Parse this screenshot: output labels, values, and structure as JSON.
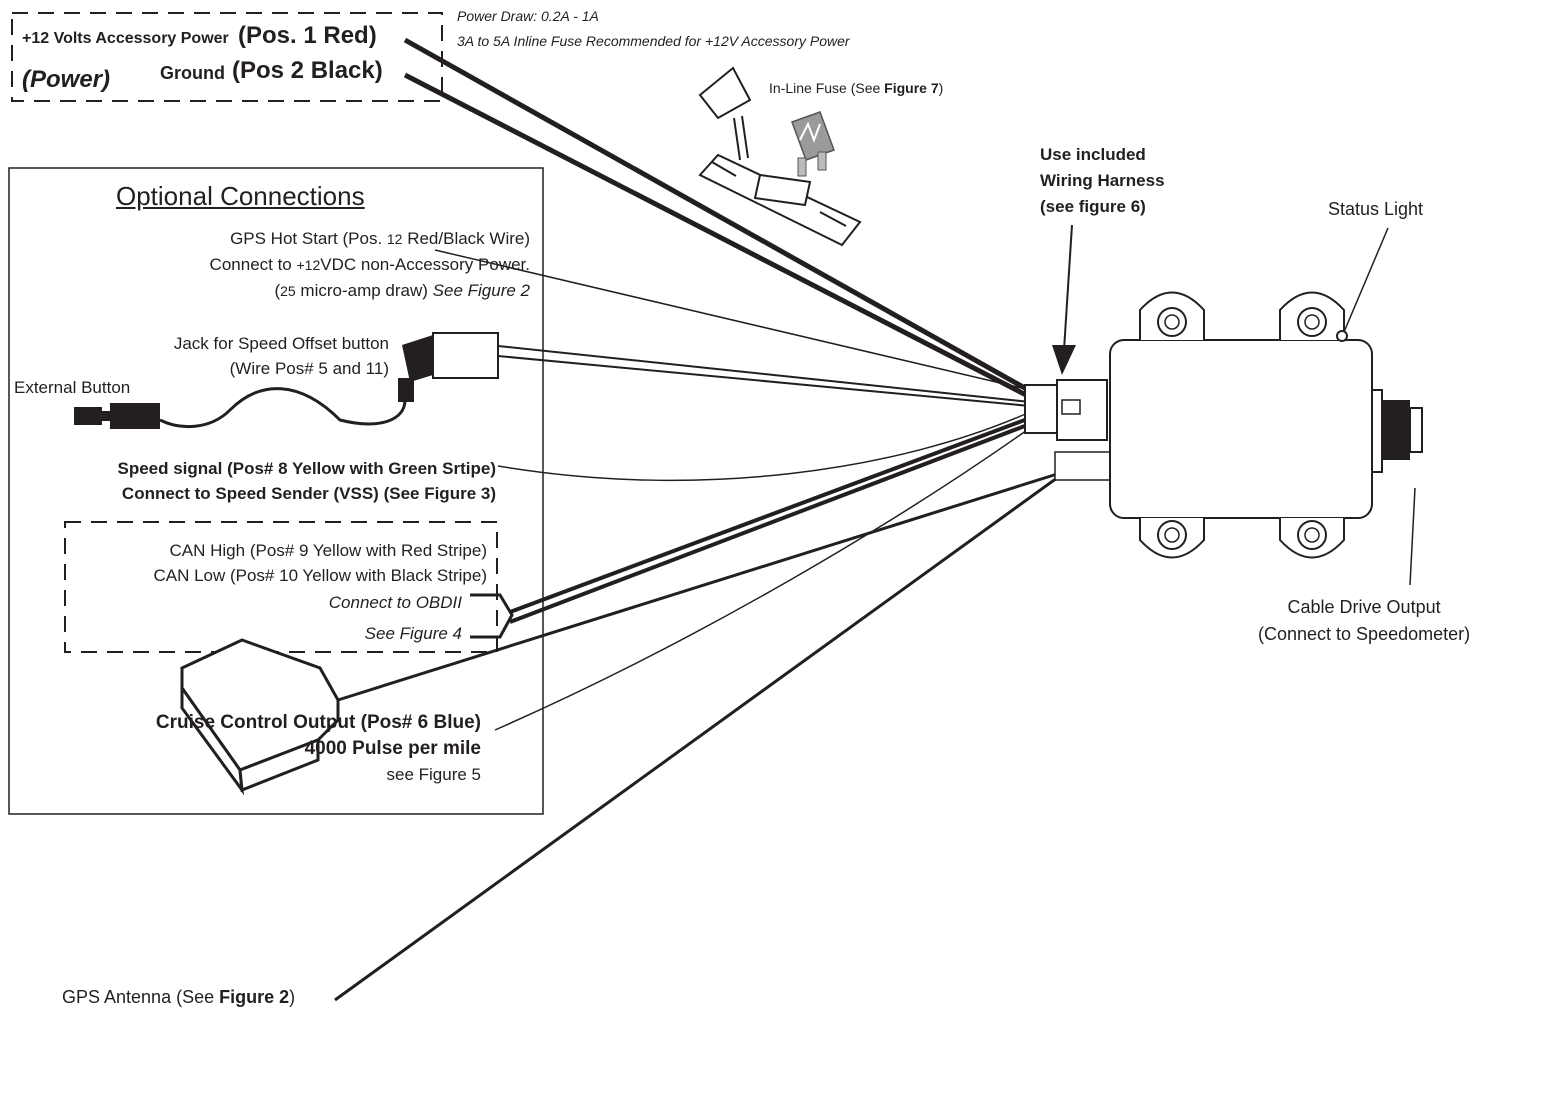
{
  "power_box": {
    "accessory_label": "+12 Volts Accessory Power",
    "accessory_pos": "(Pos. 1 Red)",
    "power_label": "(Power)",
    "ground_label": "Ground",
    "ground_pos": "(Pos 2 Black)"
  },
  "power_notes": {
    "draw": "Power Draw: 0.2A  - 1A",
    "fuse_recommendation": "3A to 5A Inline Fuse Recommended for +12V Accessory Power"
  },
  "fuse": {
    "label_prefix": "In-Line Fuse (See ",
    "label_figure": "Figure 7",
    "label_suffix": ")"
  },
  "harness": {
    "line1": "Use included",
    "line2": "Wiring Harness",
    "line3": "(see figure 6)"
  },
  "status_light": "Status Light",
  "cable_drive": {
    "line1": "Cable Drive Output",
    "line2": "(Connect to Speedometer)"
  },
  "optional": {
    "title": "Optional Connections",
    "gps_hot_start": {
      "line1_a": "GPS Hot Start (Pos. ",
      "line1_num": "12",
      "line1_b": " Red/Black Wire)",
      "line2_a": "Connect to ",
      "line2_num": "+12",
      "line2_b": "VDC non-Accessory Power.",
      "line3_a": "(",
      "line3_num": "25",
      "line3_b": " micro-amp draw) ",
      "line3_ref": "See Figure 2"
    },
    "jack": {
      "line1": "Jack for Speed Offset button",
      "line2": "(Wire Pos# 5 and 11)"
    },
    "external_button": "External Button",
    "speed_signal": {
      "line1": "Speed signal (Pos# 8 Yellow with Green Srtipe)",
      "line2": "Connect to Speed Sender (VSS) (See Figure 3)"
    },
    "can": {
      "high": "CAN High (Pos# 9 Yellow with Red Stripe)",
      "low": "CAN Low (Pos# 10 Yellow with Black Stripe)",
      "obd": "Connect to OBDII",
      "fig": "See Figure 4"
    },
    "cruise": {
      "line1": "Cruise Control Output (Pos# 6 Blue)",
      "line2": "4000 Pulse per mile",
      "line3": "see Figure 5"
    }
  },
  "gps_antenna": {
    "label_prefix": "GPS Antenna (See ",
    "label_figure": "Figure 2",
    "label_suffix": ")"
  }
}
